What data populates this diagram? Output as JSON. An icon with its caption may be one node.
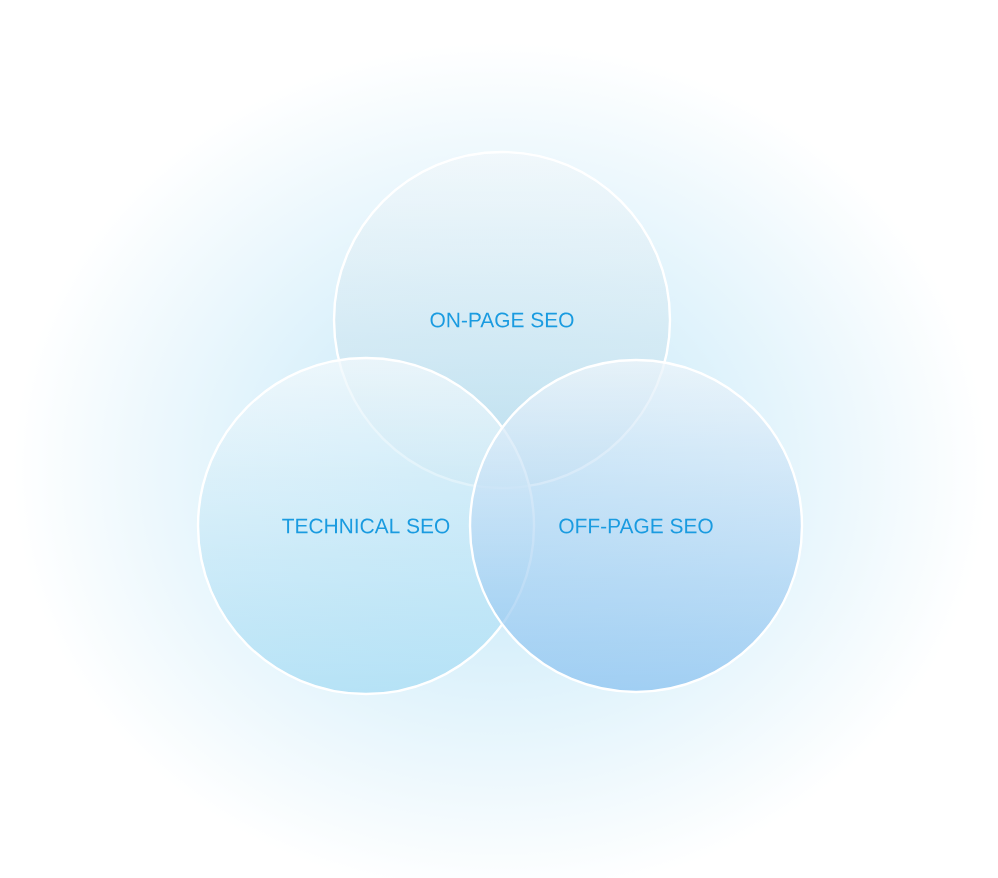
{
  "diagram": {
    "nodes": [
      {
        "text": [
          "ON-PAGE SEO"
        ]
      },
      {
        "text": [
          "TECHNICAL SEO"
        ]
      },
      {
        "text": [
          "OFF-PAGE SEO"
        ]
      }
    ]
  }
}
